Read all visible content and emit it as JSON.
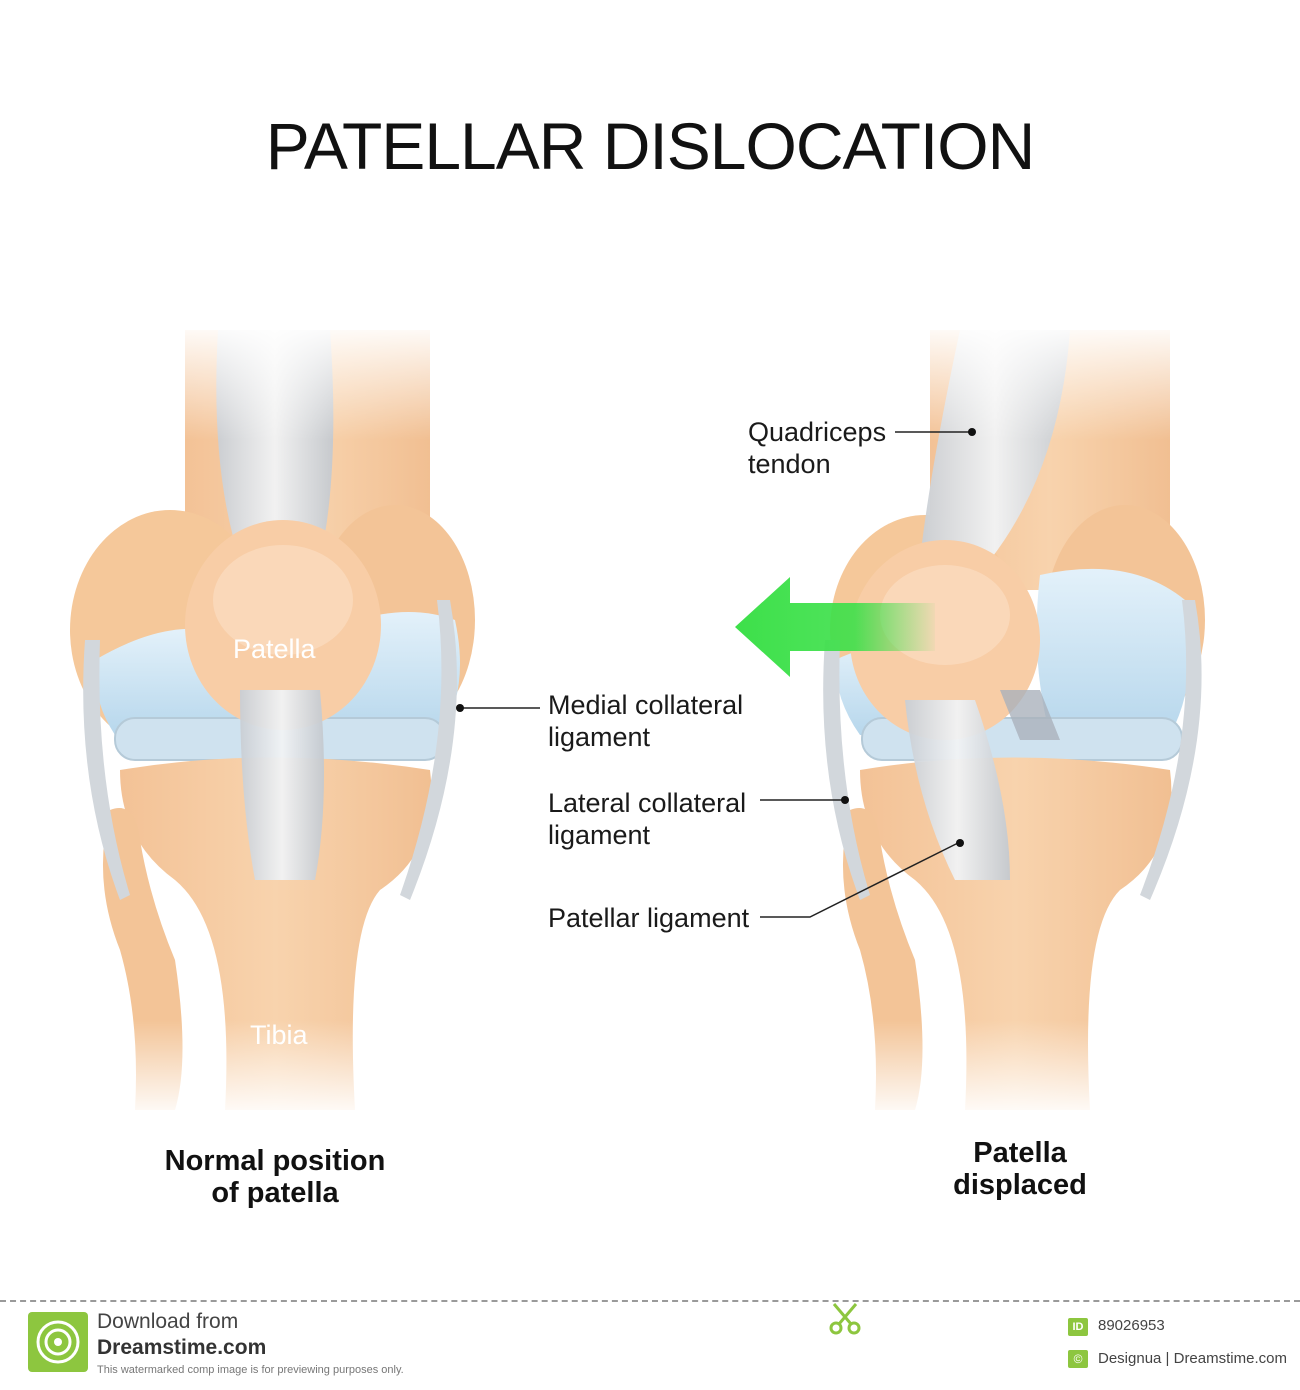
{
  "title": "PATELLAR DISLOCATION",
  "left_knee": {
    "labels": {
      "patella": "Patella",
      "tibia": "Tibia"
    },
    "caption_line1": "Normal position",
    "caption_line2": "of patella"
  },
  "right_knee": {
    "caption_line1": "Patella",
    "caption_line2": "displaced"
  },
  "callouts": {
    "quadriceps_line1": "Quadriceps",
    "quadriceps_line2": "tendon",
    "medial_line1": "Medial collateral",
    "medial_line2": "ligament",
    "lateral_line1": "Lateral collateral",
    "lateral_line2": "ligament",
    "patellar": "Patellar ligament"
  },
  "arrow_color": "#3de04a",
  "colors": {
    "bone": "#f5c89a",
    "cartilage": "#c9e3f3",
    "ligament": "#d9dde2"
  },
  "footer": {
    "download_line": "Download from",
    "site": "Dreamstime.com",
    "notice": "This watermarked comp image is for previewing purposes only.",
    "id_badge": "ID",
    "id_number": "89026953",
    "credit": "Designua | Dreamstime.com"
  },
  "icons": [
    "spiral-logo-icon",
    "scissors-icon",
    "copyright-icon"
  ]
}
